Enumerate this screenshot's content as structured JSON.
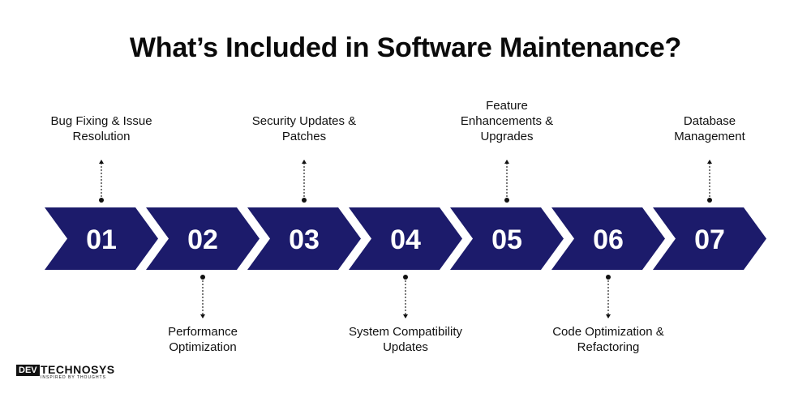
{
  "title": "What’s Included in Software Maintenance?",
  "colors": {
    "chevron": "#1c1b6b",
    "text": "#111111",
    "number": "#ffffff"
  },
  "steps": [
    {
      "num": "01",
      "label_lines": [
        "Bug Fixing & Issue",
        "Resolution"
      ],
      "position": "top"
    },
    {
      "num": "02",
      "label_lines": [
        "Performance",
        "Optimization"
      ],
      "position": "bottom"
    },
    {
      "num": "03",
      "label_lines": [
        "Security Updates &",
        "Patches"
      ],
      "position": "top"
    },
    {
      "num": "04",
      "label_lines": [
        "System Compatibility",
        "Updates"
      ],
      "position": "bottom"
    },
    {
      "num": "05",
      "label_lines": [
        "Feature",
        "Enhancements &",
        "Upgrades"
      ],
      "position": "top"
    },
    {
      "num": "06",
      "label_lines": [
        "Code Optimization &",
        "Refactoring"
      ],
      "position": "bottom"
    },
    {
      "num": "07",
      "label_lines": [
        "Database",
        "Management"
      ],
      "position": "top"
    }
  ],
  "logo": {
    "dev": "DEV",
    "name": "TECHNOSYS",
    "tagline": "INSPIRED BY THOUGHTS"
  }
}
